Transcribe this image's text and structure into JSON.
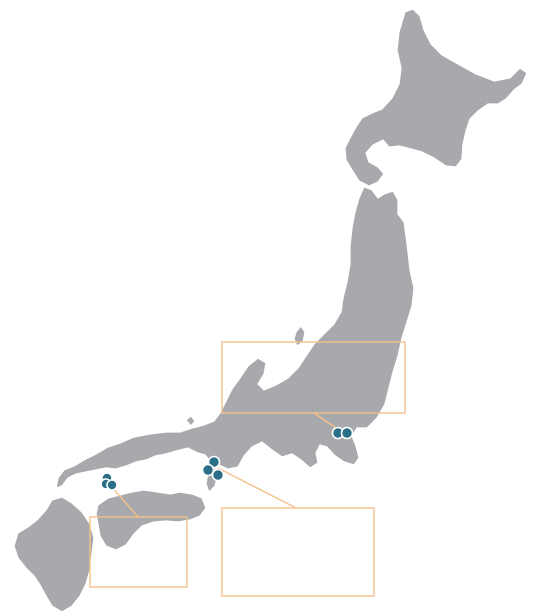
{
  "map": {
    "colors": {
      "land": "#a7a9ac",
      "callout": "#f5c08a",
      "marker": "#2a6f87",
      "background": "#ffffff"
    },
    "regions": [
      {
        "name": "hokkaido"
      },
      {
        "name": "honshu"
      },
      {
        "name": "shikoku"
      },
      {
        "name": "kyushu"
      },
      {
        "name": "sado-island"
      },
      {
        "name": "awaji-island"
      },
      {
        "name": "oki-island"
      }
    ],
    "marker_groups": [
      {
        "name": "tokyo-area",
        "count": 2
      },
      {
        "name": "osaka-kobe-area",
        "count": 3
      },
      {
        "name": "hiroshima-area",
        "count": 3
      }
    ],
    "callouts": [
      {
        "name": "callout-box-tokyo",
        "text": ""
      },
      {
        "name": "callout-box-osaka",
        "text": ""
      },
      {
        "name": "callout-box-hiroshima",
        "text": ""
      }
    ]
  }
}
